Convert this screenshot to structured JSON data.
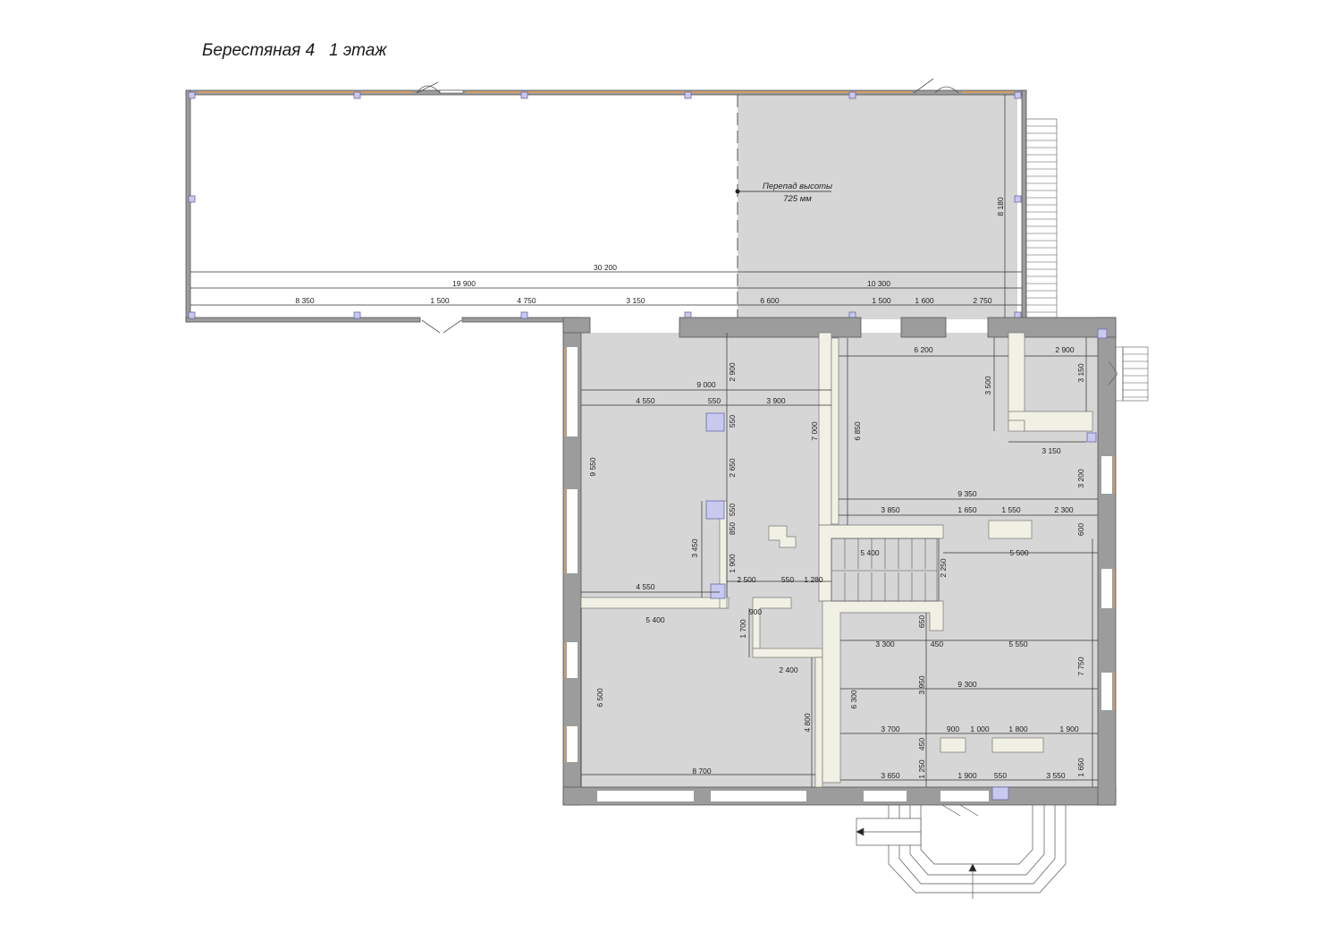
{
  "title": "Берестяная 4   1 этаж",
  "note": {
    "line1": "Перепад высоты",
    "line2": "725 мм"
  },
  "colors": {
    "wall": "#9c9c9c",
    "floor": "#d6d6d6",
    "partition": "#f1f0e4",
    "glazing": "#e8a050",
    "column": "#c9c8ee"
  },
  "dimensions": {
    "d30200": "30 200",
    "d19900": "19 900",
    "d10300": "10 300",
    "d8350": "8 350",
    "d1500a": "1 500",
    "d4750": "4 750",
    "d3150a": "3 150",
    "d6600": "6 600",
    "d1500b": "1 500",
    "d1600": "1 600",
    "d2750": "2 750",
    "d8180": "8 180",
    "d9000": "9 000",
    "d4550a": "4 550",
    "d550a": "550",
    "d3900": "3 900",
    "d2900a": "2 900",
    "d550b": "550",
    "d2650": "2 650",
    "d550c": "550",
    "d850": "850",
    "d1900a": "1 900",
    "d3450": "3 450",
    "d9550": "9 550",
    "d4550b": "4 550",
    "d2500": "2 500",
    "d550d": "550",
    "d1280": "1 280",
    "d900a": "900",
    "d5400a": "5 400",
    "d1700": "1 700",
    "d2400": "2 400",
    "d6500": "6 500",
    "d4800": "4 800",
    "d8700": "8 700",
    "d7000": "7 000",
    "d6200": "6 200",
    "d6850": "6 850",
    "d3500": "3 500",
    "d2900b": "2 900",
    "d3150b": "3 150",
    "d3150c": "3 150",
    "d3200": "3 200",
    "d9350": "9 350",
    "d3850": "3 850",
    "d1650a": "1 650",
    "d1550": "1 550",
    "d2300": "2 300",
    "d600": "600",
    "d5400b": "5 400",
    "d5500": "5 500",
    "d2250": "2 250",
    "d650": "650",
    "d3300": "3 300",
    "d450a": "450",
    "d5550": "5 550",
    "d7750": "7 750",
    "d3950": "3 950",
    "d9300": "9 300",
    "d6300": "6 300",
    "d3700": "3 700",
    "d900b": "900",
    "d1000": "1 000",
    "d1800": "1 800",
    "d1900b": "1 900",
    "d450b": "450",
    "d1250": "1 250",
    "d3650": "3 650",
    "d1900c": "1 900",
    "d550e": "550",
    "d3550": "3 550",
    "d1650b": "1 650"
  }
}
